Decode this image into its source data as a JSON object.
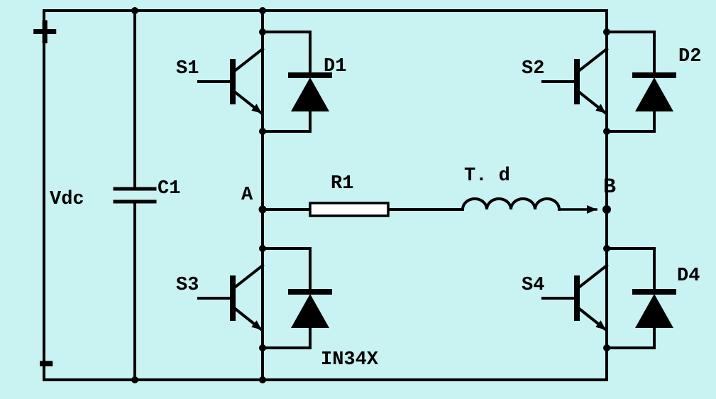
{
  "diagram": {
    "type": "circuit-schematic",
    "subject": "single-phase full-bridge (H-bridge) inverter with DC link capacitor and series R-L load between midpoints A and B",
    "colors": {
      "background": "#c9f2f2",
      "line": "#000000"
    },
    "terminals": {
      "positive": "+",
      "negative": "-"
    },
    "source_label": "Vdc",
    "capacitor_label": "C1",
    "switch_labels": {
      "s1": "S1",
      "s2": "S2",
      "s3": "S3",
      "s4": "S4"
    },
    "diode_labels": {
      "d1": "D1",
      "d2": "D2",
      "d3": "IN34X",
      "d4": "D4"
    },
    "node_labels": {
      "a": "A",
      "b": "B"
    },
    "load_labels": {
      "resistor": "R1",
      "inductor": "T. d"
    }
  }
}
